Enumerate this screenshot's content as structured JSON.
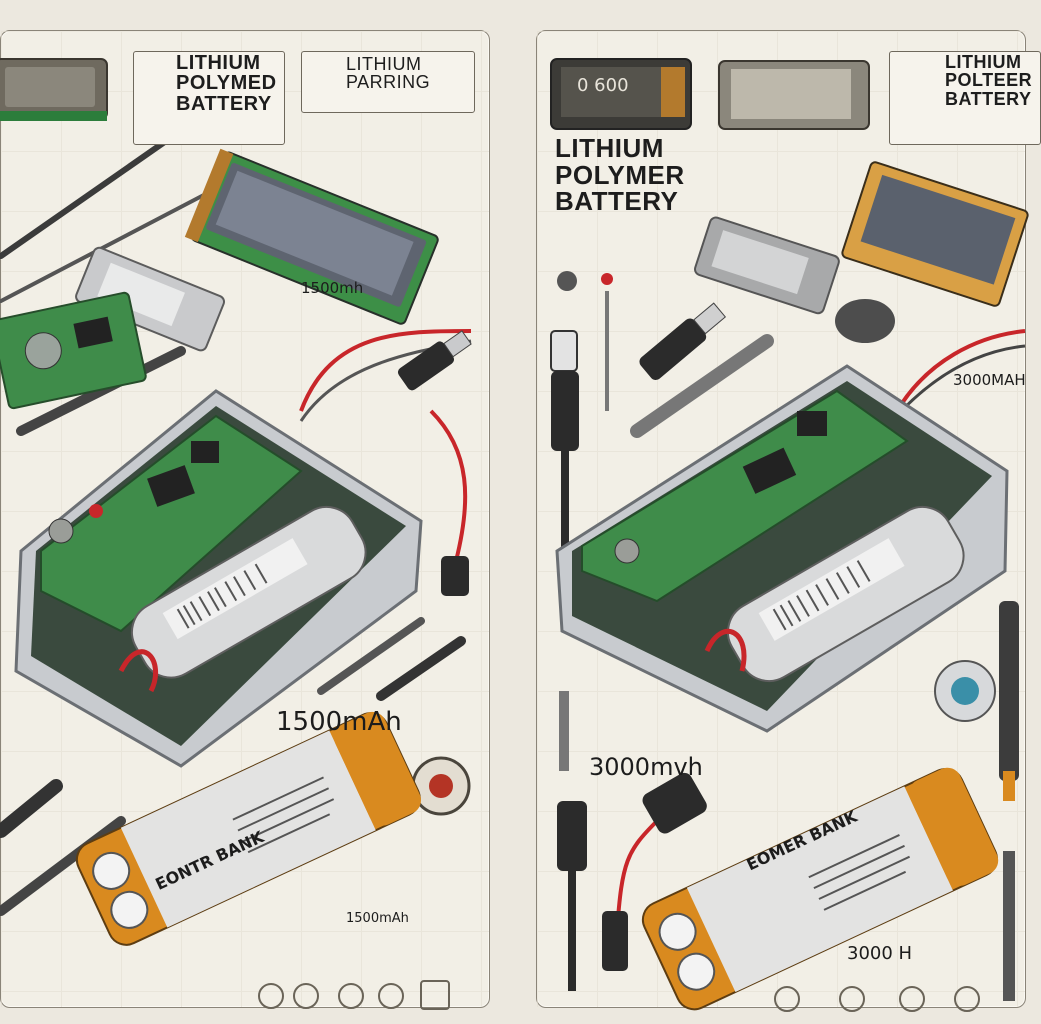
{
  "left_panel": {
    "title_lines": [
      "LITHIUM",
      "POLYMED",
      "BATTERY"
    ],
    "tag_lines": [
      "LITHIUM",
      "PARRING"
    ],
    "capacity_main": "1500mAh",
    "capacity_small_top": "1500mh",
    "capacity_small_bottom": "1500mAh",
    "bank_label": "EONTR BANK"
  },
  "right_panel": {
    "title_lines": [
      "LITHIUM",
      "POLYMER",
      "BATTERY"
    ],
    "corner_title_lines": [
      "LITHIUM",
      "POLTEER",
      "BATTERY"
    ],
    "capacity_main": "3000mvh",
    "capacity_small_top": "3000MAH",
    "capacity_small_bottom": "3000 H",
    "bank_label": "EOMER BANK",
    "label_small": "0 600"
  },
  "colors": {
    "background": "#ece8df",
    "panel": "#f2efe6",
    "pcb_green": "#3f8c4a",
    "cell_silver": "#d9dadb",
    "cell_orange": "#d98a1f",
    "wire_red": "#c8262a",
    "case_metal": "#b9bcc0"
  }
}
